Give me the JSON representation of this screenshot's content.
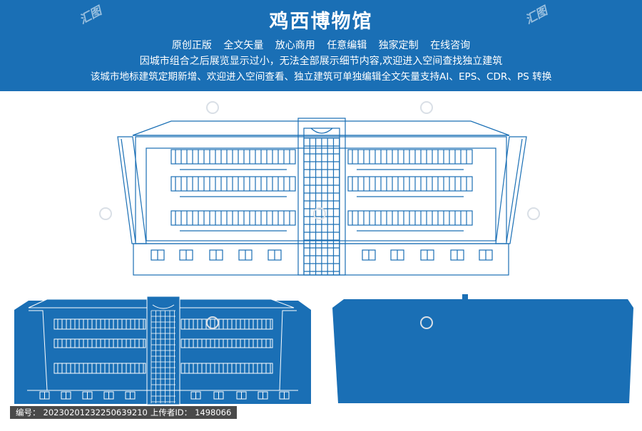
{
  "header": {
    "title": "鸡西博物馆",
    "features": "原创正版 全文矢量 放心商用 任意编辑 独家定制 在线咨询",
    "notice_line": "因城市组合之后展览显示过小，无法全部展示细节内容,欢迎进入空间查找独立建筑",
    "info_line": "该城市地标建筑定期新增、欢迎进入空间查看、独立建筑可单独编辑全文矢量支持AI、EPS、CDR、PS 转换"
  },
  "footer": {
    "id_label": "编号：",
    "id_value": "20230201232250639210",
    "uploader_label": "上传者ID：",
    "uploader_value": "1498066"
  },
  "colors": {
    "brand_blue": "#1a6fb5",
    "line_blue": "#1a6fb5",
    "footer_gray": "#4a4a4a"
  }
}
